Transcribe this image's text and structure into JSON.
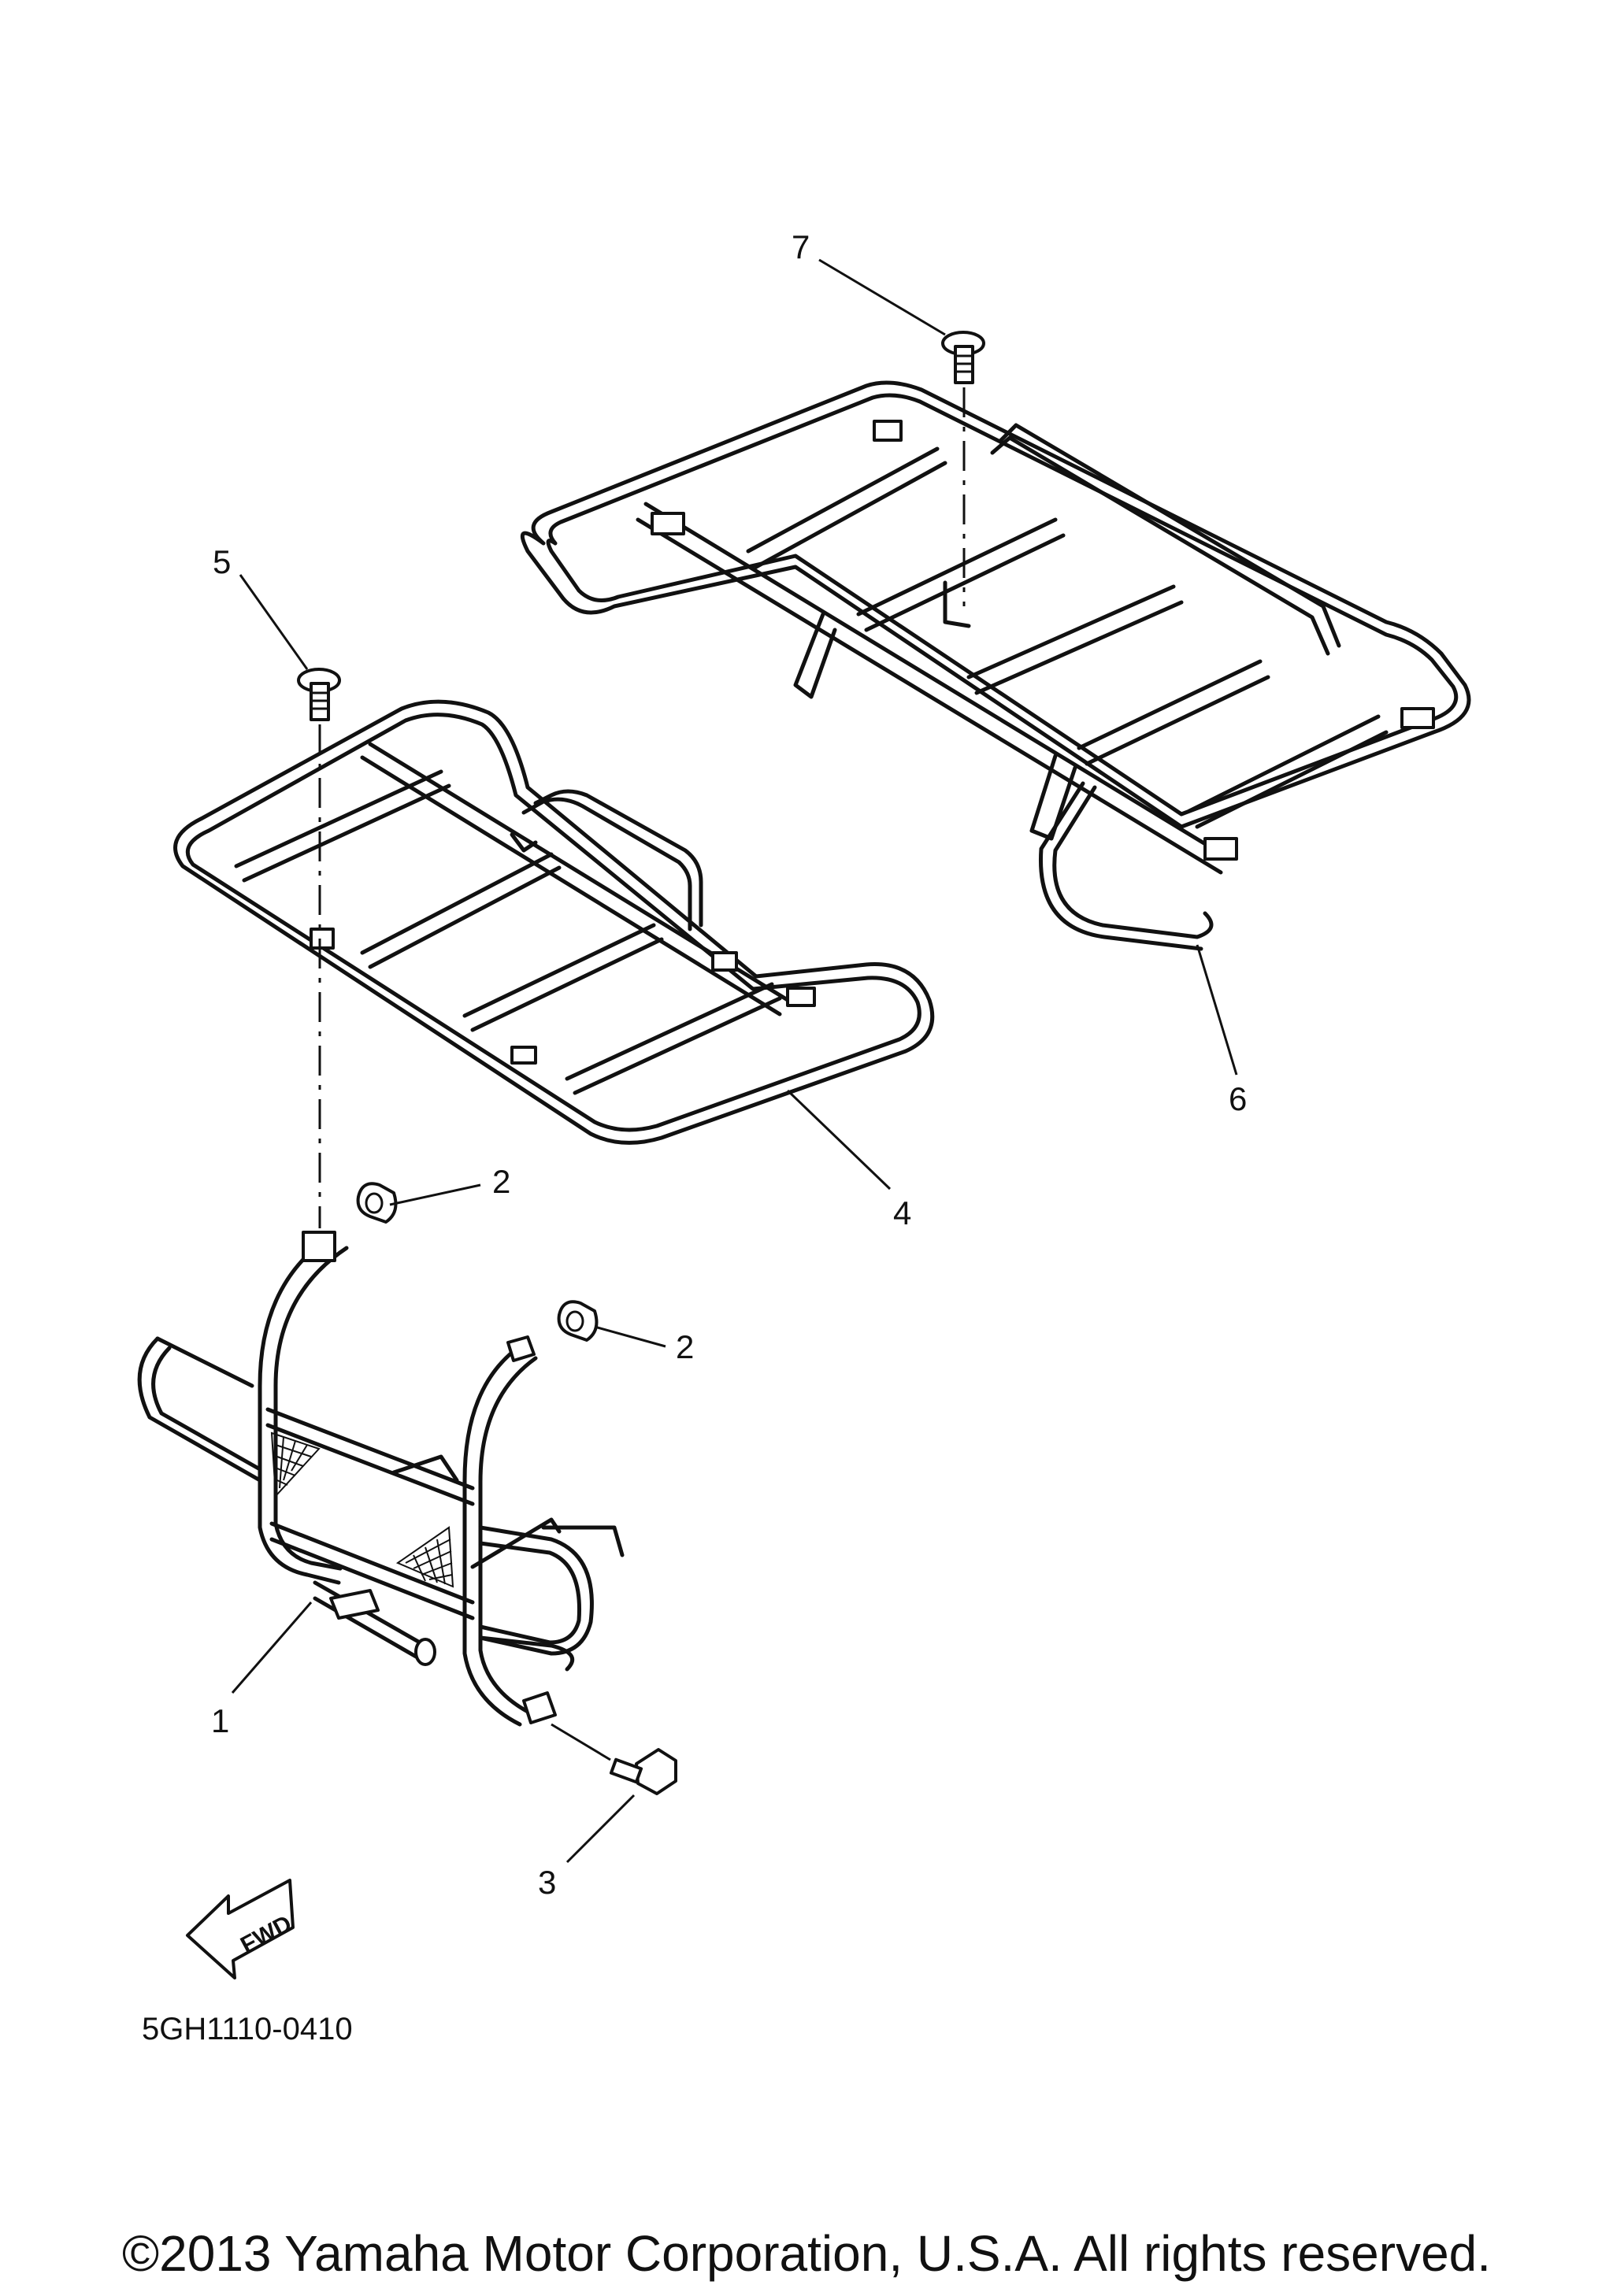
{
  "callouts": [
    {
      "id": "1",
      "label": "1"
    },
    {
      "id": "2a",
      "label": "2"
    },
    {
      "id": "2b",
      "label": "2"
    },
    {
      "id": "3",
      "label": "3"
    },
    {
      "id": "4",
      "label": "4"
    },
    {
      "id": "5",
      "label": "5"
    },
    {
      "id": "6",
      "label": "6"
    },
    {
      "id": "7",
      "label": "7"
    }
  ],
  "fwd_label": "FWD",
  "diagram_code": "5GH1110-0410",
  "copyright": "©2013 Yamaha Motor Corporation, U.S.A. All rights reserved."
}
